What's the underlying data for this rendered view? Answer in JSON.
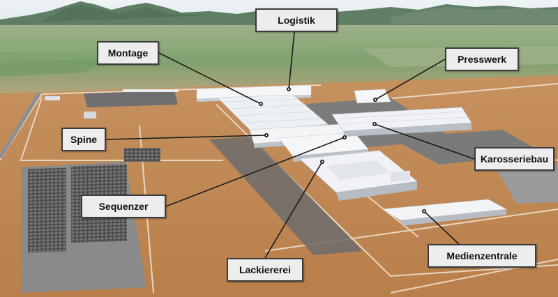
{
  "colors": {
    "ground": "#c08a56",
    "sky": "#f3f6f8",
    "label_bg": "#ededed",
    "label_border": "#3c3c3c",
    "leader_line": "#1a1a1a"
  },
  "labels": {
    "logistik": "Logistik",
    "montage": "Montage",
    "presswerk": "Presswerk",
    "spine": "Spine",
    "karosseriebau": "Karosseriebau",
    "sequenzer": "Sequenzer",
    "medienzentrale": "Medienzentrale",
    "lackiererei": "Lackiererei"
  }
}
